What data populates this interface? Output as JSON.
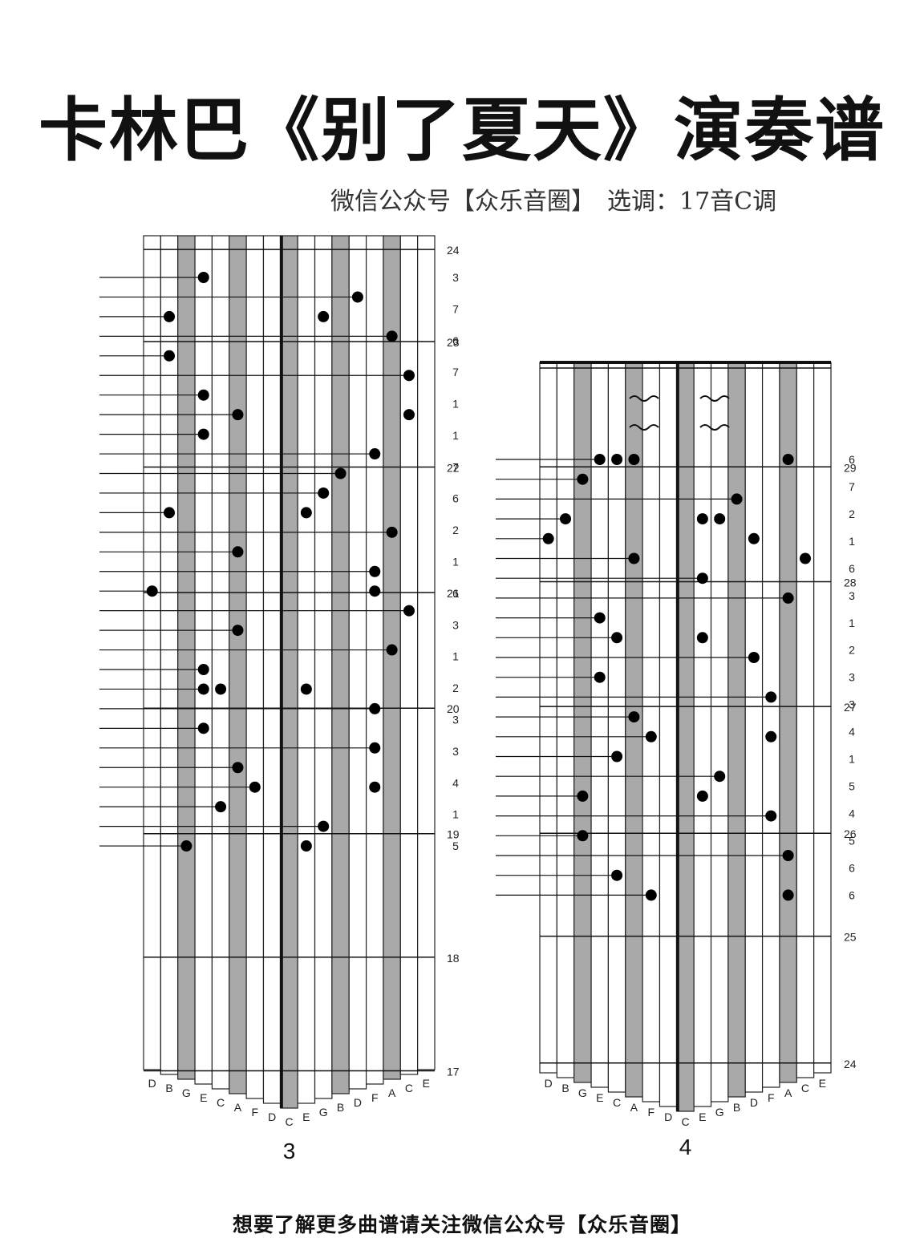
{
  "title": "卡林巴《别了夏天》演奏谱",
  "subtitle": "微信公众号【众乐音圈】　选调：17音C调",
  "footer": "想要了解更多曲谱请关注微信公众号【众乐音圈】",
  "key_letters": [
    "D",
    "B",
    "G",
    "E",
    "C",
    "A",
    "F",
    "D",
    "C",
    "E",
    "G",
    "B",
    "D",
    "F",
    "A",
    "C",
    "E"
  ],
  "shaded_keys": [
    2,
    5,
    8,
    11,
    14
  ],
  "panels": [
    {
      "page_number": "3",
      "measures": [
        "24",
        "23",
        "22",
        "21",
        "20",
        "19",
        "18",
        "17"
      ],
      "beat_labels": [
        "3",
        "7",
        "6",
        "7",
        "1",
        "1",
        "7",
        "6",
        "2",
        "1",
        "6",
        "3",
        "1",
        "2",
        "3",
        "3",
        "4",
        "1",
        "5"
      ],
      "notes": [
        [
          3,
          0
        ],
        [
          12,
          1
        ],
        [
          1,
          2
        ],
        [
          10,
          2
        ],
        [
          14,
          3
        ],
        [
          1,
          4
        ],
        [
          15,
          5
        ],
        [
          3,
          6
        ],
        [
          5,
          7
        ],
        [
          15,
          7
        ],
        [
          3,
          8
        ],
        [
          13,
          9
        ],
        [
          11,
          10
        ],
        [
          10,
          11
        ],
        [
          1,
          12
        ],
        [
          9,
          12
        ],
        [
          14,
          13
        ],
        [
          5,
          14
        ],
        [
          13,
          15
        ],
        [
          0,
          16
        ],
        [
          13,
          16
        ],
        [
          15,
          17
        ],
        [
          5,
          18
        ],
        [
          14,
          19
        ],
        [
          3,
          20
        ],
        [
          3,
          21
        ],
        [
          4,
          21
        ],
        [
          9,
          21
        ],
        [
          13,
          22
        ],
        [
          3,
          23
        ],
        [
          13,
          24
        ],
        [
          5,
          25
        ],
        [
          6,
          26
        ],
        [
          13,
          26
        ],
        [
          4,
          27
        ],
        [
          10,
          28
        ],
        [
          2,
          29
        ],
        [
          9,
          29
        ]
      ]
    },
    {
      "page_number": "4",
      "measures": [
        "29",
        "28",
        "27",
        "26",
        "25",
        "24"
      ],
      "beat_labels": [
        "6",
        "7",
        "2",
        "1",
        "6",
        "3",
        "1",
        "2",
        "3",
        "3",
        "4",
        "1",
        "5",
        "4",
        "5",
        "6",
        "6"
      ],
      "notes": [
        [
          3,
          0
        ],
        [
          4,
          0
        ],
        [
          5,
          0
        ],
        [
          14,
          0
        ],
        [
          2,
          1
        ],
        [
          11,
          2
        ],
        [
          1,
          3
        ],
        [
          9,
          3
        ],
        [
          10,
          3
        ],
        [
          0,
          4
        ],
        [
          12,
          4
        ],
        [
          5,
          5
        ],
        [
          15,
          5
        ],
        [
          9,
          6
        ],
        [
          14,
          7
        ],
        [
          3,
          8
        ],
        [
          4,
          9
        ],
        [
          9,
          9
        ],
        [
          12,
          10
        ],
        [
          3,
          11
        ],
        [
          13,
          12
        ],
        [
          5,
          13
        ],
        [
          6,
          14
        ],
        [
          13,
          14
        ],
        [
          4,
          15
        ],
        [
          10,
          16
        ],
        [
          2,
          17
        ],
        [
          9,
          17
        ],
        [
          13,
          18
        ],
        [
          2,
          19
        ],
        [
          14,
          20
        ],
        [
          4,
          21
        ],
        [
          6,
          22
        ],
        [
          14,
          22
        ]
      ]
    }
  ]
}
